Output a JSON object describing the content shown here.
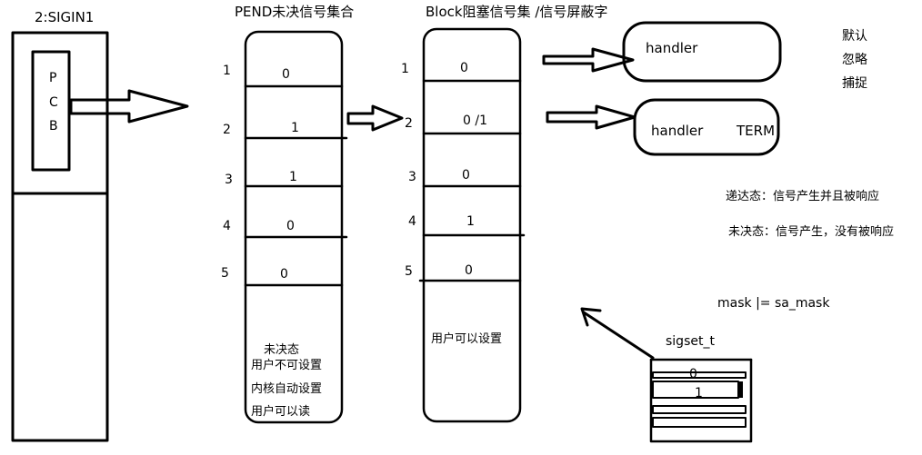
{
  "pcb": {
    "title": "2:SIGIN1",
    "letters": [
      "P",
      "C",
      "B"
    ]
  },
  "pend": {
    "title": "PEND未决信号集合",
    "row_numbers": [
      "1",
      "2",
      "3",
      "4",
      "5"
    ],
    "values": [
      "0",
      "1",
      "1",
      "0",
      "0"
    ],
    "notes": [
      "未决态",
      "用户不可设置",
      "内核自动设置",
      "用户可以读"
    ]
  },
  "block": {
    "title": "Block阻塞信号集 /信号屏蔽字",
    "row_numbers": [
      "1",
      "2",
      "3",
      "4",
      "5"
    ],
    "values": [
      "0",
      "0 /1",
      "0",
      "1",
      "0"
    ],
    "note": "用户可以设置"
  },
  "handler1": {
    "label": "handler"
  },
  "handler2": {
    "label": "handler",
    "extra": "TERM"
  },
  "actions": [
    "默认",
    "忽略",
    "捕捉"
  ],
  "states": {
    "delivered": "递达态：信号产生并且被响应",
    "pending": "未决态：信号产生，没有被响应"
  },
  "mask_formula": "mask |= sa_mask",
  "sigset": {
    "title": "sigset_t",
    "values": [
      "0",
      "1"
    ]
  }
}
